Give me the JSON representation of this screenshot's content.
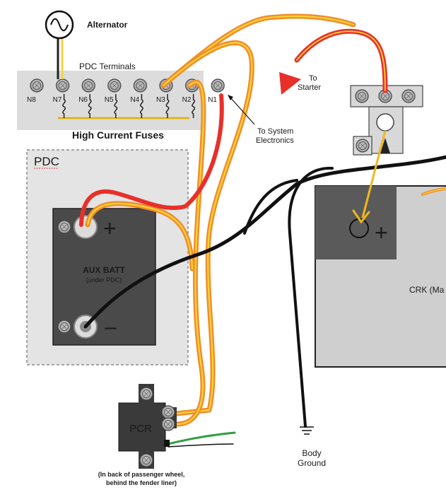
{
  "labels": {
    "alternator": "Alternator",
    "pdc_terminals": "PDC Terminals",
    "high_current_fuses": "High Current Fuses",
    "to_starter_line1": "To",
    "to_starter_line2": "Starter",
    "to_system_line1": "To System",
    "to_system_line2": "Electronics",
    "pdc_box": "PDC",
    "aux_batt": "AUX BATT",
    "aux_batt_sub": "(under PDC)",
    "plus_sign": "+",
    "minus_sign": "–",
    "crk": "CRK (Ma",
    "pcr": "PCR",
    "pcr_note_line1": "(In back of passenger wheel,",
    "pcr_note_line2": "behind the fender liner)",
    "body_ground_line1": "Body",
    "body_ground_line2": "Ground"
  },
  "terminals": [
    "N8",
    "N7",
    "N6",
    "N5",
    "N4",
    "N3",
    "N2",
    "N1"
  ],
  "icons": {
    "alternator": "ac-sine-icon",
    "ground": "ground-symbol-icon",
    "bolt": "terminal-bolt-icon",
    "fuse": "fuse-icon"
  },
  "colors": {
    "wire_orange": "#f28c28",
    "wire_yellow": "#f5d33a",
    "wire_red": "#e8302a",
    "wire_black": "#111111",
    "wire_green": "#2e9e3e",
    "arrow_red": "#e8302a",
    "arrow_yellow": "#f0b81e",
    "panel_gray": "#dcdcdc",
    "battery_dark": "#4a4a4a",
    "crk_light": "#cfcfcf",
    "crk_dark": "#5a5a5a"
  }
}
